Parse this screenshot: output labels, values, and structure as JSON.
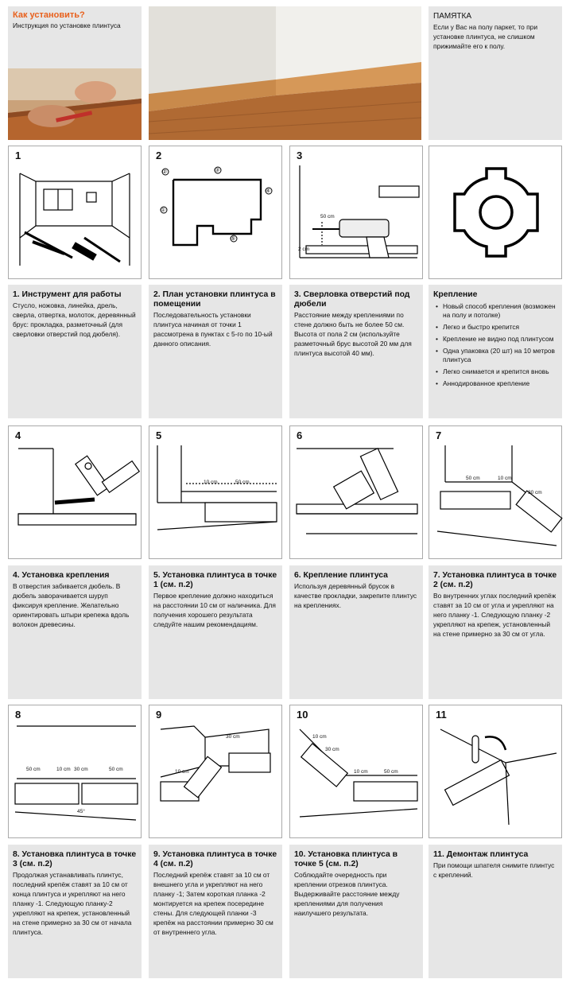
{
  "intro": {
    "title": "Как установить?",
    "subtitle": "Инструкция по установке плинтуса"
  },
  "memo": {
    "title": "ПАМЯТКА",
    "text": "Если у Вас на полу паркет, то при установке плинтуса, не слишком прижимайте его к полу."
  },
  "steps": [
    {
      "n": "1",
      "title": "1. Инструмент для работы",
      "text": "Стусло, ножовка, линейка, дрель, сверла, отвертка, молоток, деревянный брус: прокладка, разметочный (для сверловки отверстий под дюбеля)."
    },
    {
      "n": "2",
      "title": "2. План установки плинтуса в помещении",
      "text": "Последовательность установки плинтуса начиная от точки 1 рассмотрена в пунктах с 5-го по 10-ый данного описания."
    },
    {
      "n": "3",
      "title": "3. Сверловка отверстий под дюбели",
      "text": "Расстояние между креплениями по стене должно быть не более 50 см. Высота от пола 2 см (используйте разметочный брус высотой 20 мм для плинтуса высотой 40 мм)."
    },
    {
      "n": "4",
      "title": "4. Установка крепления",
      "text": "В отверстия забивается дюбель. В дюбель заворачивается шуруп фиксируя крепление. Желательно ориентировать штыри крепежа вдоль волокон древесины."
    },
    {
      "n": "5",
      "title": "5. Установка плинтуса в точке 1 (см. п.2)",
      "text": "Первое крепление должно находиться на расстоянии 10 см от наличника. Для получения хорошего результата следуйте нашим рекомендациям."
    },
    {
      "n": "6",
      "title": "6. Крепление плинтуса",
      "text": "Используя деревянный брусок в качестве прокладки, закрепите плинтус на креплениях."
    },
    {
      "n": "7",
      "title": "7. Установка плинтуса в точке 2 (см. п.2)",
      "text": "Во внутренних углах последний крепёж ставят за 10 см от угла и укрепляют на него планку -1. Следующую планку -2 укрепляют на крепеж, установленный на стене примерно за 30 см от угла."
    },
    {
      "n": "8",
      "title": "8. Установка плинтуса в точке 3 (см. п.2)",
      "text": "Продолжая устанавливать плинтус, последний крепёж ставят за 10 см от конца плинтуса и укрепляют на него планку -1. Следующую планку-2 укрепляют на крепеж, установленный на стене примерно за 30 см от начала плинтуса."
    },
    {
      "n": "9",
      "title": "9. Установка плинтуса в точке 4 (см. п.2)",
      "text": "Последний крепёж ставят за 10 см от внешнего угла и укрепляют на него планку -1; Затем короткая планка -2 монтируется на крепеж посередине стены. Для следующей планки -3 крепёж на расстоянии примерно 30 см от внутреннего угла."
    },
    {
      "n": "10",
      "title": "10. Установка плинтуса в точке 5 (см. п.2)",
      "text": "Соблюдайте очередность при креплении отрезков плинтуса. Выдерживайте расстояние между креплениями для получения наилучшего результата."
    },
    {
      "n": "11",
      "title": "11. Демонтаж плинтуса",
      "text": "При помощи шпателя снимите плинтус с креплений."
    }
  ],
  "fastener": {
    "title": "Крепление",
    "items": [
      "Новый способ крепления (возможен на полу и потолке)",
      "Легко и быстро крепится",
      "Крепление не видно под плинтусом",
      "Одна упаковка (20 шт) на 10 метров плинтуса",
      "Легко снимается и крепится вновь",
      "Аннодированное крепление"
    ]
  },
  "labels": {
    "s2_marks": [
      "①",
      "②",
      "③",
      "④",
      "⑤"
    ],
    "s3_dims": [
      "50 cm",
      "2 cm"
    ],
    "s5_dims": [
      "10 cm",
      "50 cm"
    ],
    "s7_dims": [
      "50 cm",
      "10 cm",
      "30 cm"
    ],
    "s8_dims": [
      "50 cm",
      "10 cm",
      "30 cm",
      "50 cm",
      "45°"
    ],
    "s9_dims": [
      "30 cm",
      "10 cm"
    ],
    "s10_dims": [
      "10 cm",
      "30 cm",
      "10 cm",
      "50 cm"
    ]
  },
  "colors": {
    "accent": "#e8601c",
    "panel": "#e6e6e6"
  }
}
